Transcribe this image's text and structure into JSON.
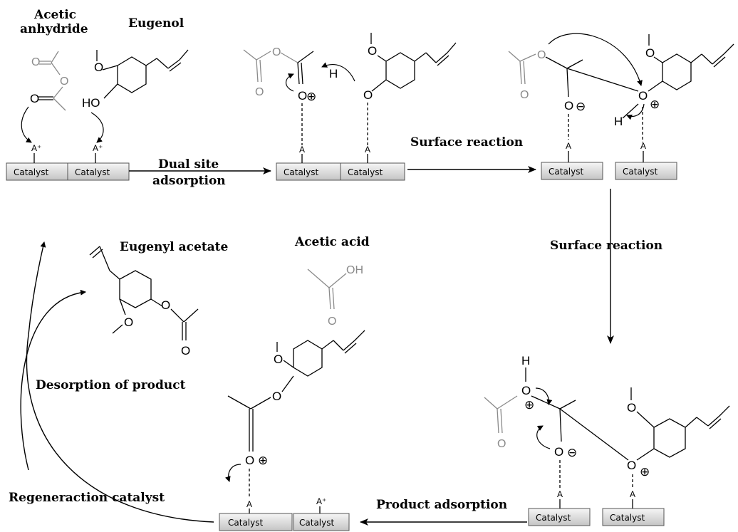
{
  "labels": {
    "acetic_anhydride_line1": "Acetic",
    "acetic_anhydride_line2": "anhydride",
    "eugenol": "Eugenol",
    "dual_site_line1": "Dual site",
    "dual_site_line2": "adsorption",
    "surface_reaction_1": "Surface  reaction",
    "surface_reaction_2": "Surface  reaction",
    "eugenyl_acetate": "Eugenyl acetate",
    "acetic_acid": "Acetic acid",
    "desorption": "Desorption of product",
    "regeneration": "Regeneraction  catalyst",
    "product_adsorption": "Product adsorption"
  },
  "catalyst_label": "Catalyst",
  "atoms": {
    "oxygen": "O",
    "hydrogen": "H",
    "hydroxyl": "HO",
    "oh": "OH",
    "site_charged": "A⁺",
    "site": "A",
    "plus": "⊕",
    "minus": "⊖"
  },
  "colors": {
    "reagent_gray": "#8a8a8a",
    "catalyst_fill_top": "#f4f4f4",
    "catalyst_fill_bottom": "#c8c8c8"
  }
}
